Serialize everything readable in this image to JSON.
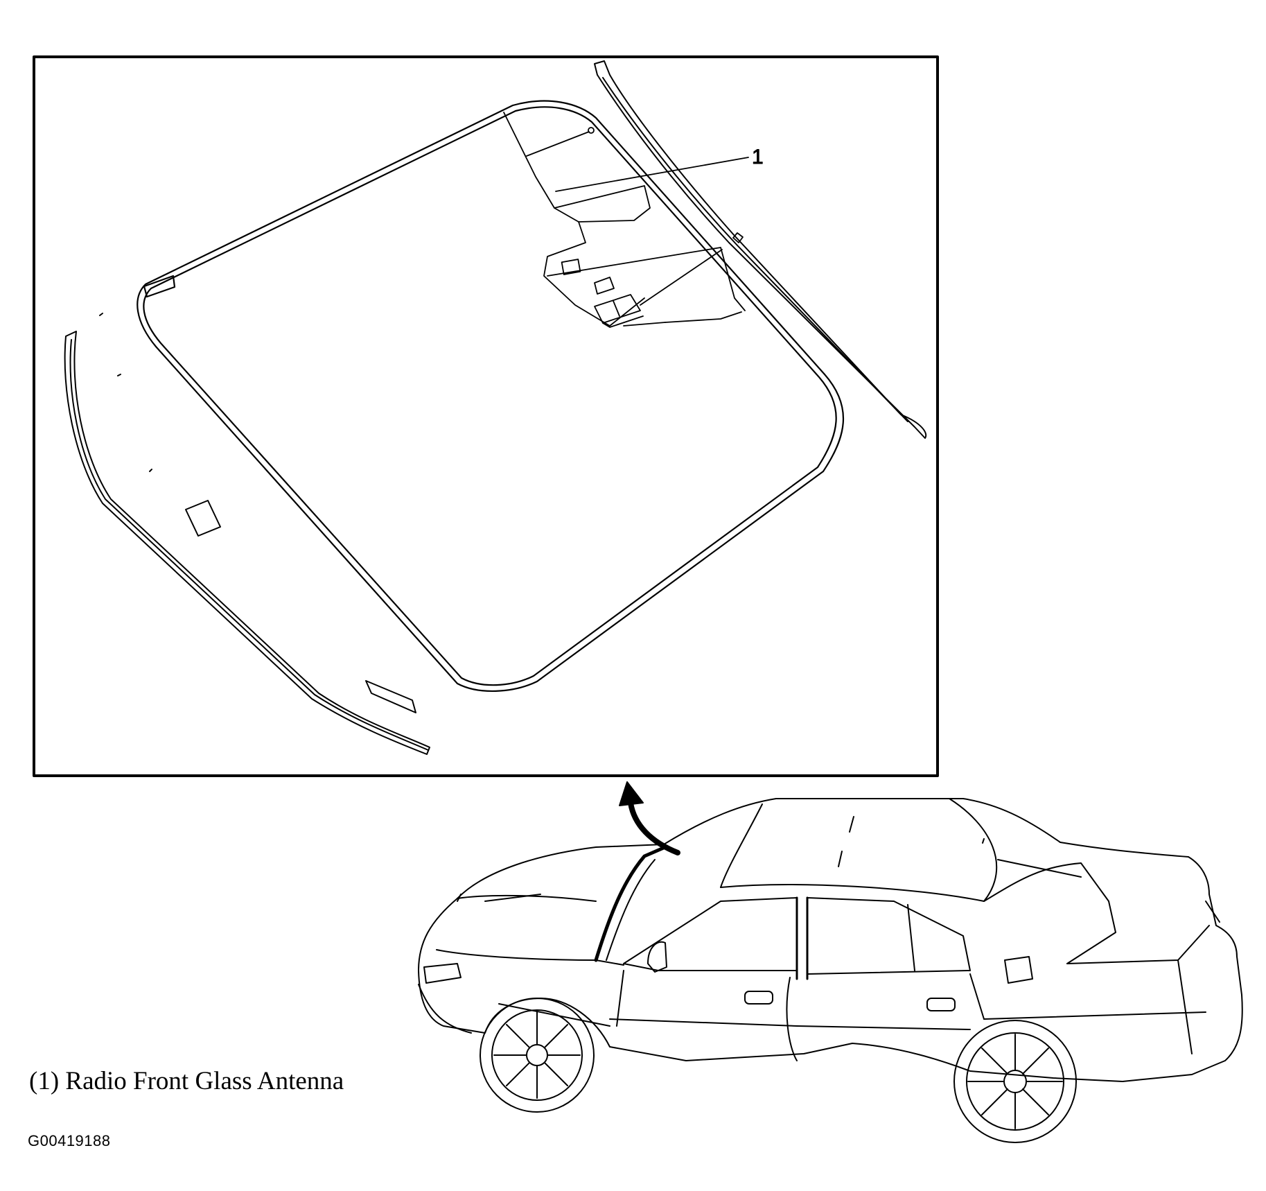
{
  "callouts": [
    {
      "number": "1"
    }
  ],
  "legend": {
    "caption": "(1) Radio Front Glass Antenna"
  },
  "figure_id": "G00419188",
  "colors": {
    "ink": "#000000",
    "paper": "#ffffff"
  }
}
